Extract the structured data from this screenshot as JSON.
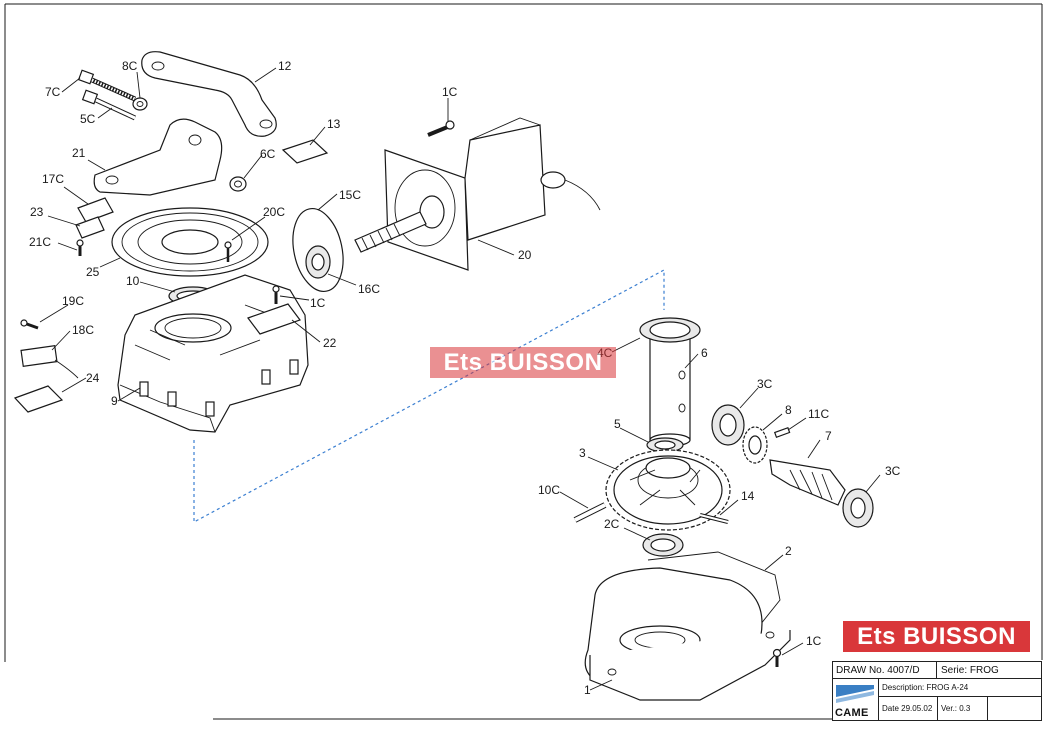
{
  "labels": {
    "l_7c": "7C",
    "l_8c": "8C",
    "l_12": "12",
    "l_5c": "5C",
    "l_21": "21",
    "l_6c": "6C",
    "l_13": "13",
    "l_1c_a": "1C",
    "l_17c": "17C",
    "l_20c": "20C",
    "l_15c": "15C",
    "l_23": "23",
    "l_21c": "21C",
    "l_25": "25",
    "l_10": "10",
    "l_16c": "16C",
    "l_20": "20",
    "l_1c_b": "1C",
    "l_19c": "19C",
    "l_18c": "18C",
    "l_22": "22",
    "l_24": "24",
    "l_9": "9",
    "l_4c": "4C",
    "l_6": "6",
    "l_3c_a": "3C",
    "l_8": "8",
    "l_11c": "11C",
    "l_5": "5",
    "l_7": "7",
    "l_3": "3",
    "l_10c": "10C",
    "l_3c_b": "3C",
    "l_14": "14",
    "l_2c": "2C",
    "l_2": "2",
    "l_1c_c": "1C",
    "l_1": "1"
  },
  "watermark": {
    "text": "Ets BUISSON",
    "color": "#d9373a"
  },
  "title_block": {
    "draw_no": "DRAW No. 4007/D",
    "serie": "Serie: FROG",
    "brand": "CAME",
    "description": "Description: FROG A-24",
    "date": "Date 29.05.02",
    "version": "Ver.: 0.3"
  },
  "colors": {
    "dashed_guide": "#3b7fd1",
    "ink": "#1a1a1a"
  }
}
